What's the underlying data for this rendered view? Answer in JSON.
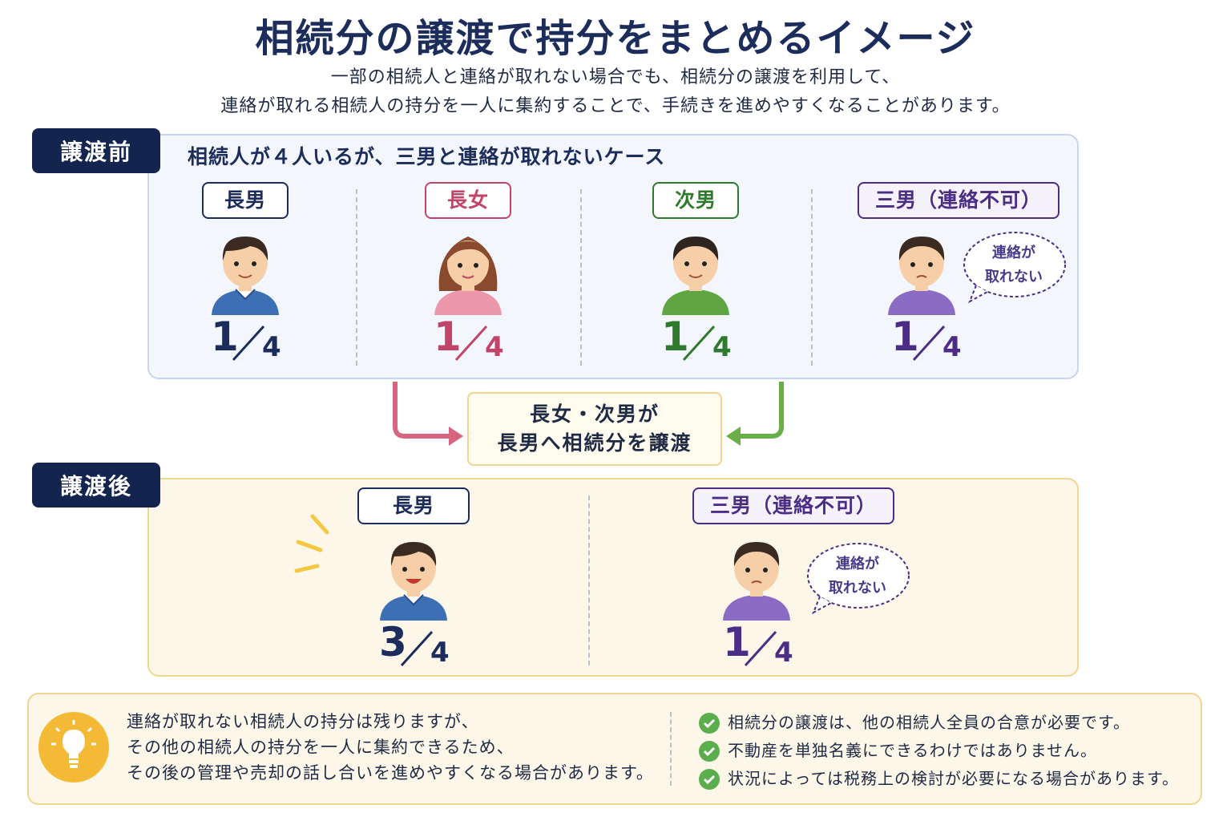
{
  "title": "相続分の譲渡で持分をまとめるイメージ",
  "subtitle": [
    "一部の相続人と連絡が取れない場合でも、相続分の譲渡を利用して、",
    "連絡が取れる相続人の持分を一人に集約することで、手続きを進めやすくなることがあります。"
  ],
  "before": {
    "badge": "譲渡前",
    "case": "相続人が４人いるが、三男と連絡が取れないケース",
    "people": [
      {
        "label": "長男",
        "numerator": "1",
        "denominator": "4",
        "color": "#1c2c5b",
        "shirt": "#3d6fb5"
      },
      {
        "label": "長女",
        "numerator": "1",
        "denominator": "4",
        "color": "#c24468",
        "shirt": "#ec98aa"
      },
      {
        "label": "次男",
        "numerator": "1",
        "denominator": "4",
        "color": "#2f7a2c",
        "shirt": "#5fa643"
      },
      {
        "label": "三男（連絡不可）",
        "numerator": "1",
        "denominator": "4",
        "color": "#4b2d85",
        "shirt": "#8b6cc4"
      }
    ],
    "bubble": [
      "連絡が",
      "取れない"
    ]
  },
  "transfer": [
    "長女・次男が",
    "長男へ相続分を譲渡"
  ],
  "after": {
    "badge": "譲渡後",
    "people": [
      {
        "label": "長男",
        "numerator": "3",
        "denominator": "4",
        "color": "#1c2c5b",
        "shirt": "#3d6fb5"
      },
      {
        "label": "三男（連絡不可）",
        "numerator": "1",
        "denominator": "4",
        "color": "#4b2d85",
        "shirt": "#8b6cc4"
      }
    ],
    "bubble": [
      "連絡が",
      "取れない"
    ]
  },
  "info": {
    "left": [
      "連絡が取れない相続人の持分は残りますが、",
      "その他の相続人の持分を一人に集約できるため、",
      "その後の管理や売却の話し合いを進めやすくなる場合があります。"
    ],
    "right": [
      "相続分の譲渡は、他の相続人全員の合意が必要です。",
      "不動産を単独名義にできるわけではありません。",
      "状況によっては税務上の検討が必要になる場合があります。"
    ]
  },
  "colors": {
    "navy": "#13244f",
    "arrow_left": "#d8657f",
    "arrow_right": "#6aae4a",
    "bulb": "#f4b935",
    "check": "#5aae4c"
  }
}
